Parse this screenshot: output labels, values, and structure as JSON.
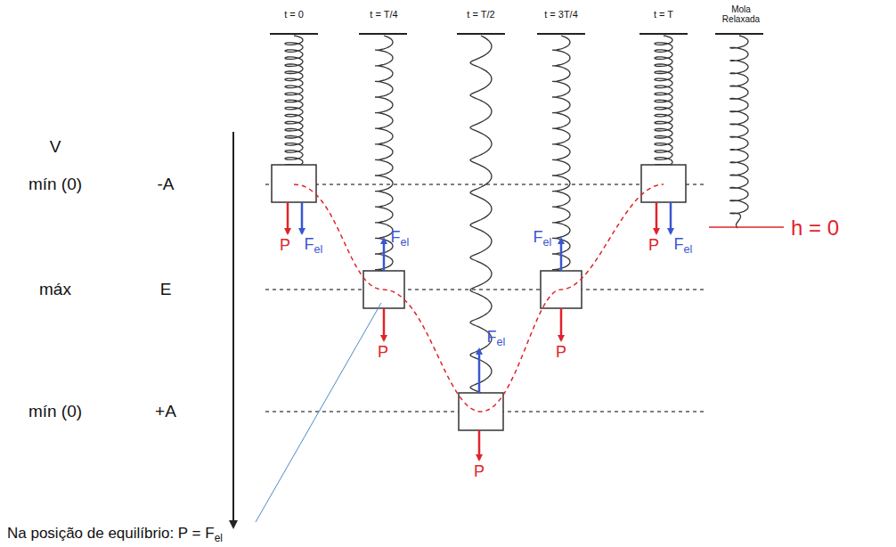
{
  "diagram": {
    "labels": [
      "t = 0",
      "t = T/4",
      "t = T/2",
      "t = 3T/4",
      "t = T",
      "Mola Relaxada",
      "V",
      "mín (0)",
      "-A",
      "máx",
      "E",
      "mín (0)",
      "+A",
      "h = 0",
      "P",
      "Fel",
      "Fel",
      "P",
      "Fel",
      "P",
      "Fel",
      "P",
      "P",
      "Fel",
      "Na posição de equilíbrio: P = Fel"
    ]
  }
}
